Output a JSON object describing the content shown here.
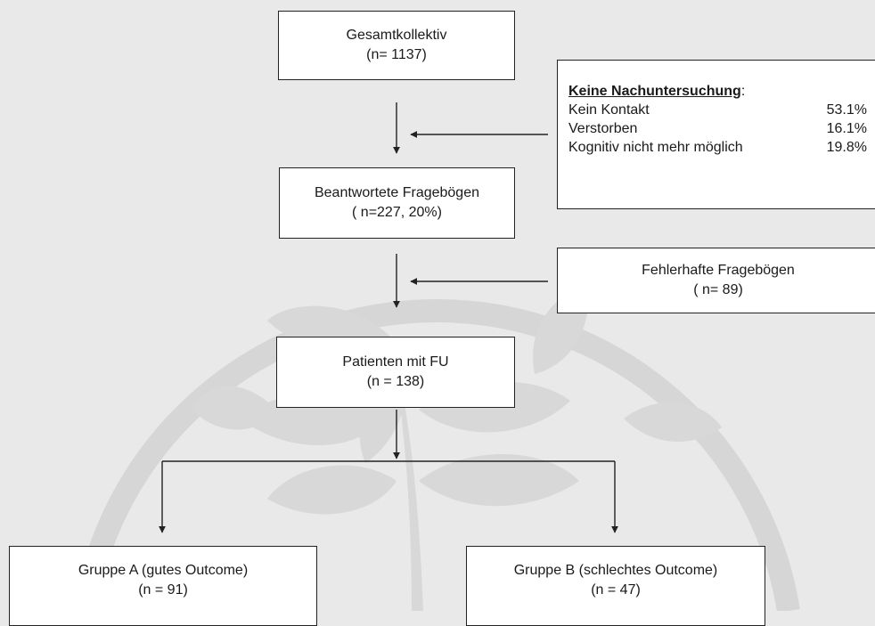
{
  "diagram": {
    "total": {
      "title": "Gesamtkollektiv",
      "count": "(n= 1137)"
    },
    "answered": {
      "title": "Beantwortete Fragebögen",
      "count": "( n=227, 20%)"
    },
    "followup": {
      "title": "Patienten mit FU",
      "count": "(n = 138)"
    },
    "group_a": {
      "title": "Gruppe A (gutes Outcome)",
      "count": "(n = 91)"
    },
    "group_b": {
      "title": "Gruppe B (schlechtes Outcome)",
      "count": "(n = 47)"
    },
    "excluded": {
      "heading": "Keine Nachuntersuchung",
      "heading_suffix": ":",
      "rows": [
        {
          "label": "Kein Kontakt",
          "value": "53.1%"
        },
        {
          "label": "Verstorben",
          "value": "16.1%"
        },
        {
          "label": "Kognitiv nicht mehr möglich",
          "value": "19.8%"
        }
      ]
    },
    "faulty": {
      "title": "Fehlerhafte Fragebögen",
      "count": "( n= 89)"
    }
  },
  "colors": {
    "background": "#e9e9e9",
    "watermark": "#d4d4d4",
    "box_fill": "#ffffff",
    "line": "#222222"
  }
}
